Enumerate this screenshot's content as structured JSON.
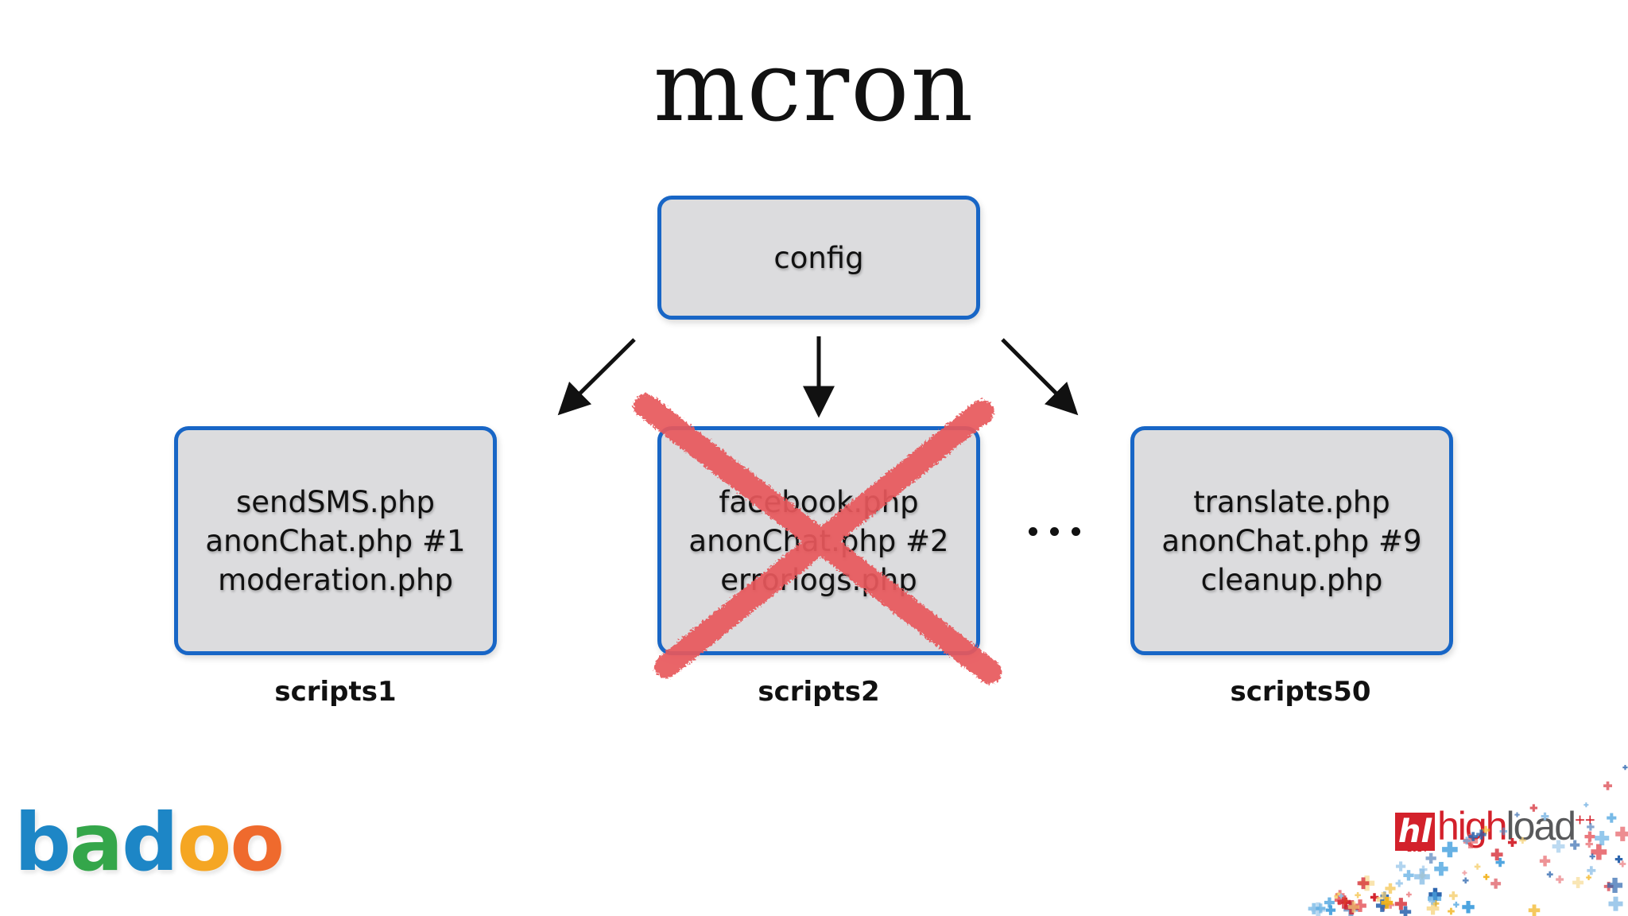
{
  "title": "mcron",
  "config_box": {
    "label": "config"
  },
  "groups": [
    {
      "name": "scripts1",
      "lines": [
        "sendSMS.php",
        "anonChat.php #1",
        "moderation.php"
      ],
      "crossed_out": false
    },
    {
      "name": "scripts2",
      "lines": [
        "facebook.php",
        "anonChat.php #2",
        "errorlogs.php"
      ],
      "crossed_out": true
    },
    {
      "name": "scripts50",
      "lines": [
        "translate.php",
        "anonChat.php #9",
        "cleanup.php"
      ],
      "crossed_out": false
    }
  ],
  "colors": {
    "box_border": "#1866c6",
    "box_fill": "#dcdcde",
    "cross": "#e8585c"
  },
  "logos": {
    "left": {
      "letters": [
        "b",
        "a",
        "d",
        "o",
        "o"
      ]
    },
    "right": {
      "mark": "hl",
      "text_high": "high",
      "text_load": "load",
      "superscript": "++",
      "year": "2014"
    }
  }
}
